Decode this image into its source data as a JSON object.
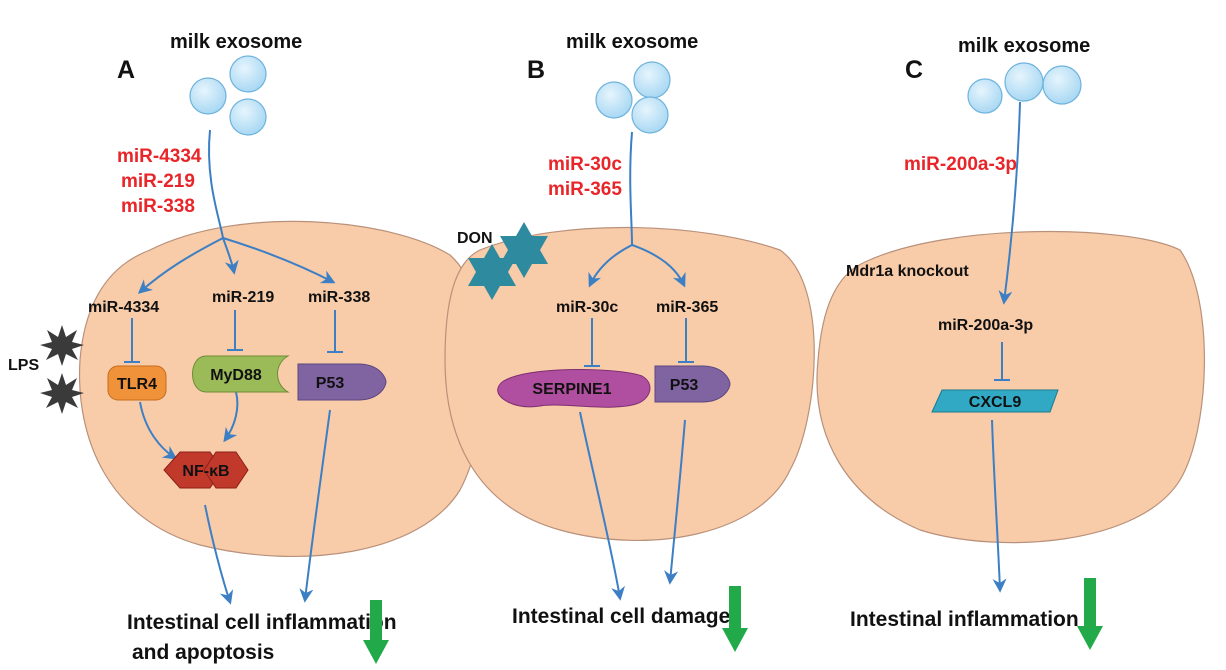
{
  "panels": {
    "A": {
      "letter": "A",
      "source": "milk exosome",
      "mirnas": [
        "miR-4334",
        "miR-219",
        "miR-338"
      ],
      "stimulus": "LPS",
      "branches": [
        "miR-4334",
        "miR-219",
        "miR-338"
      ],
      "targets": [
        "TLR4",
        "MyD88",
        "P53"
      ],
      "hub": "NF-κB",
      "outcome": [
        "Intestinal cell inflammation",
        "and apoptosis"
      ]
    },
    "B": {
      "letter": "B",
      "source": "milk exosome",
      "mirnas": [
        "miR-30c",
        "miR-365"
      ],
      "stimulus": "DON",
      "branches": [
        "miR-30c",
        "miR-365"
      ],
      "targets": [
        "SERPINE1",
        "P53"
      ],
      "outcome": "Intestinal cell damage"
    },
    "C": {
      "letter": "C",
      "source": "milk exosome",
      "mirnas": [
        "miR-200a-3p"
      ],
      "condition": "Mdr1a knockout",
      "branches": [
        "miR-200a-3p"
      ],
      "targets": [
        "CXCL9"
      ],
      "outcome": "Intestinal inflammation"
    }
  },
  "colors": {
    "cell_fill": "#f8cba9",
    "cell_stroke": "#b9917a",
    "arrow": "#3c7fc4",
    "exosome_fill": "#bfe3f7",
    "exosome_stroke": "#6fb3dc",
    "mirna_text": "#e8262a",
    "tlr4": "#f0923a",
    "myd88": "#9bbb59",
    "p53": "#8064a2",
    "serpine1": "#b04fa0",
    "cxcl9": "#31a9c4",
    "nfkb": "#c0392b",
    "lps": "#3a3a3a",
    "don": "#2e8a9e",
    "down_arrow": "#22aa4a"
  }
}
